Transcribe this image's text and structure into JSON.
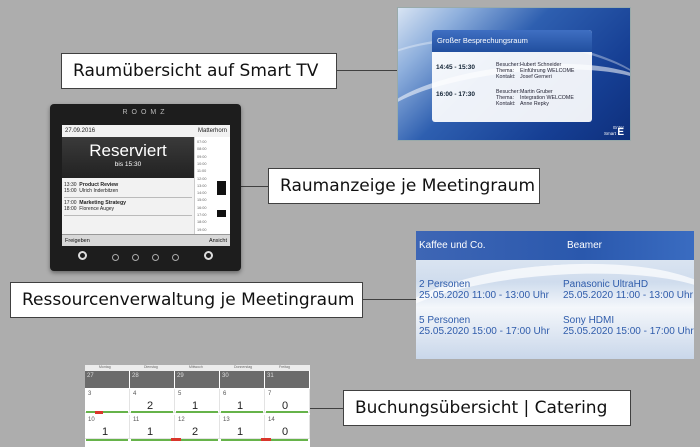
{
  "callouts": {
    "smart_tv": "Raumübersicht auf Smart TV",
    "room_display": "Raumanzeige je Meetingraum",
    "resources": "Ressourcenverwaltung je Meetingraum",
    "booking": "Buchungsübersicht | Catering"
  },
  "tv": {
    "room_title": "Großer Besprechungsraum",
    "entries": [
      {
        "time": "14:45 - 15:30",
        "visitor_label": "Besucher:",
        "visitor": "Hubert Schneider",
        "topic_label": "Thema:",
        "topic": "Einführung WELCOME",
        "contact_label": "Kontakt:",
        "contact": "Josef Gerneri"
      },
      {
        "time": "16:00 - 17:30",
        "visitor_label": "Besucher:",
        "visitor": "Martin Gruber",
        "topic_label": "Thema:",
        "topic": "Integration WELCOME",
        "contact_label": "Kontakt:",
        "contact": "Anne Repky"
      }
    ],
    "logo_line1": "Enter",
    "logo_line2": "Smart",
    "logo_mark": "E"
  },
  "device": {
    "brand": "ROOMZ",
    "date": "27.09.2016",
    "room": "Matterhorn",
    "status": "Reserviert",
    "until": "bis 15:30",
    "meetings": [
      {
        "time": "13:30",
        "end": "15:00",
        "title": "Product Review",
        "person": "Ulrich Inderbitzen"
      },
      {
        "time": "17:00",
        "end": "18:00",
        "title": "Marketing Strategy",
        "person": "Florence Augey"
      }
    ],
    "timeline_hours": [
      "07:00",
      "08:00",
      "09:00",
      "10:00",
      "11:00",
      "12:00",
      "13:00",
      "14:00",
      "15:00",
      "16:00",
      "17:00",
      "18:00",
      "19:00"
    ],
    "left_button": "Freigeben",
    "right_button": "Ansicht"
  },
  "resources": {
    "headers": [
      "Kaffee und Co.",
      "Beamer"
    ],
    "rows": [
      {
        "left_1": "2 Personen",
        "left_2": "25.05.2020  11:00 - 13:00 Uhr",
        "right_1": "Panasonic UltraHD",
        "right_2": "25.05.2020  11:00 - 13:00 Uhr"
      },
      {
        "left_1": "5 Personen",
        "left_2": "25.05.2020  15:00 - 17:00 Uhr",
        "right_1": "Sony HDMI",
        "right_2": "25.05.2020  15:00 - 17:00 Uhr"
      }
    ]
  },
  "calendar": {
    "days": [
      "Montag",
      "Dienstag",
      "Mittwoch",
      "Donnerstag",
      "Freitag"
    ],
    "week0": [
      "27",
      "28",
      "29",
      "30",
      "31"
    ],
    "week1": [
      "3",
      "4",
      "5",
      "6",
      "7"
    ],
    "week1_counts": [
      "",
      "2",
      "1",
      "1",
      "0"
    ],
    "week2": [
      "10",
      "11",
      "12",
      "13",
      "14"
    ],
    "week2_counts": [
      "1",
      "1",
      "2",
      "1",
      "0"
    ]
  }
}
